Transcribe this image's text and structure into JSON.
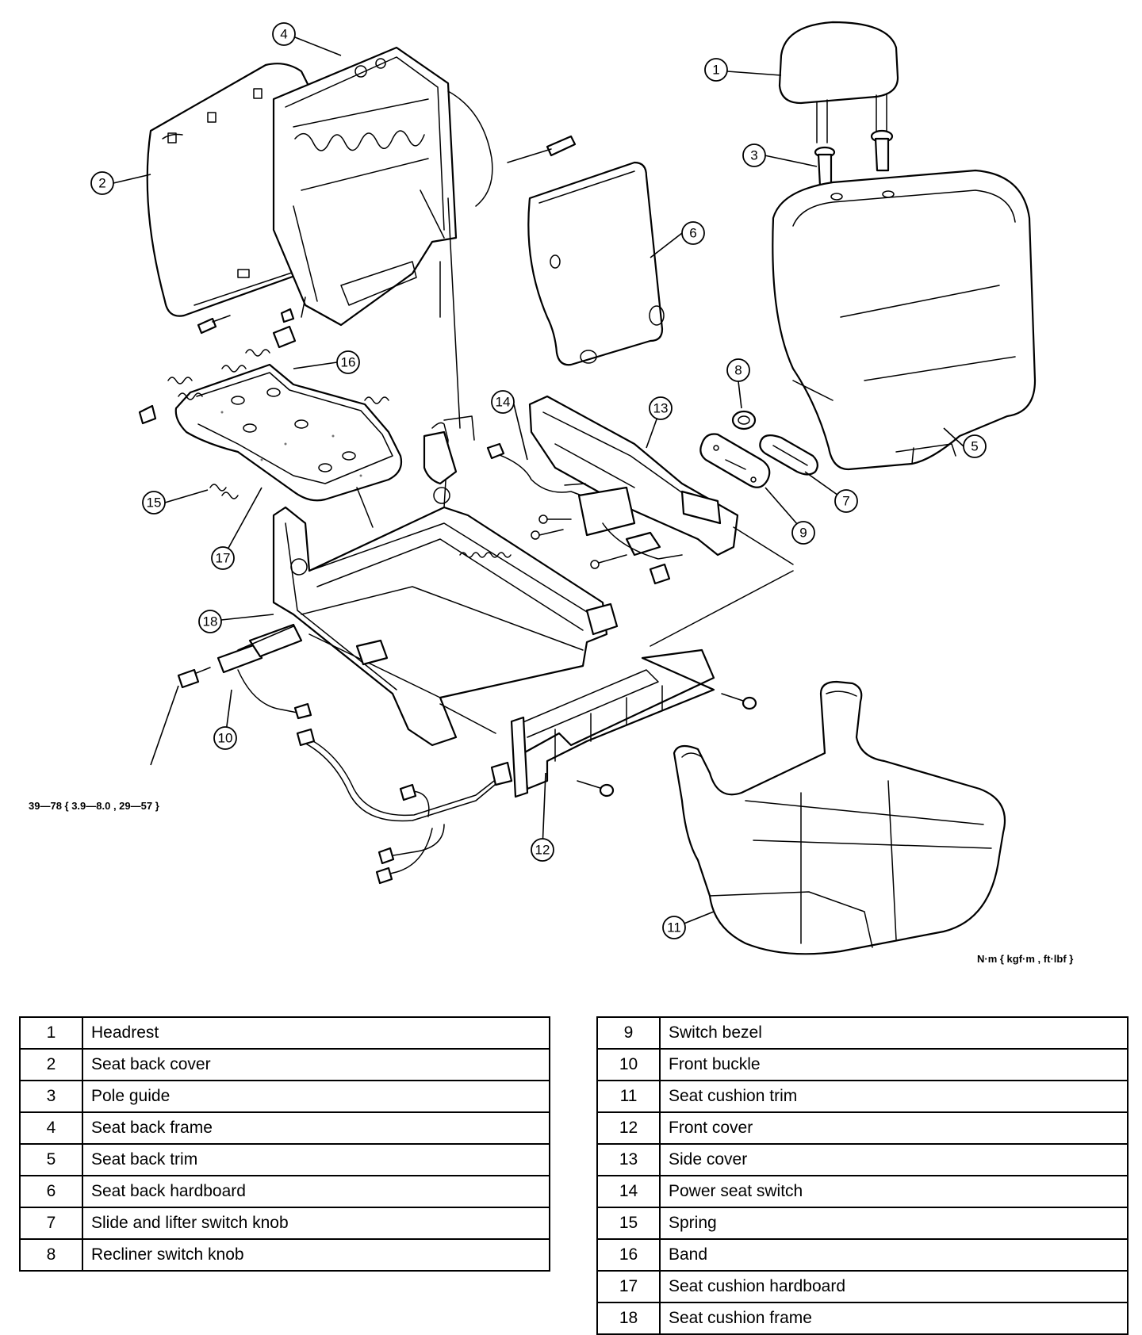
{
  "diagram": {
    "callouts": [
      "1",
      "2",
      "3",
      "4",
      "5",
      "6",
      "7",
      "8",
      "9",
      "10",
      "11",
      "12",
      "13",
      "14",
      "15",
      "16",
      "17",
      "18"
    ],
    "torque_spec": "39—78 { 3.9—8.0 , 29—57 }",
    "unit_note": "N·m { kgf·m , ft·lbf }"
  },
  "legend": {
    "left": [
      {
        "num": "1",
        "name": "Headrest"
      },
      {
        "num": "2",
        "name": "Seat back cover"
      },
      {
        "num": "3",
        "name": "Pole guide"
      },
      {
        "num": "4",
        "name": "Seat back frame"
      },
      {
        "num": "5",
        "name": "Seat back trim"
      },
      {
        "num": "6",
        "name": "Seat back hardboard"
      },
      {
        "num": "7",
        "name": "Slide and lifter switch knob"
      },
      {
        "num": "8",
        "name": "Recliner switch knob"
      }
    ],
    "right": [
      {
        "num": "9",
        "name": "Switch bezel"
      },
      {
        "num": "10",
        "name": "Front buckle"
      },
      {
        "num": "11",
        "name": "Seat cushion trim"
      },
      {
        "num": "12",
        "name": "Front cover"
      },
      {
        "num": "13",
        "name": "Side cover"
      },
      {
        "num": "14",
        "name": "Power seat switch"
      },
      {
        "num": "15",
        "name": "Spring"
      },
      {
        "num": "16",
        "name": "Band"
      },
      {
        "num": "17",
        "name": "Seat cushion hardboard"
      },
      {
        "num": "18",
        "name": "Seat cushion frame"
      }
    ]
  }
}
